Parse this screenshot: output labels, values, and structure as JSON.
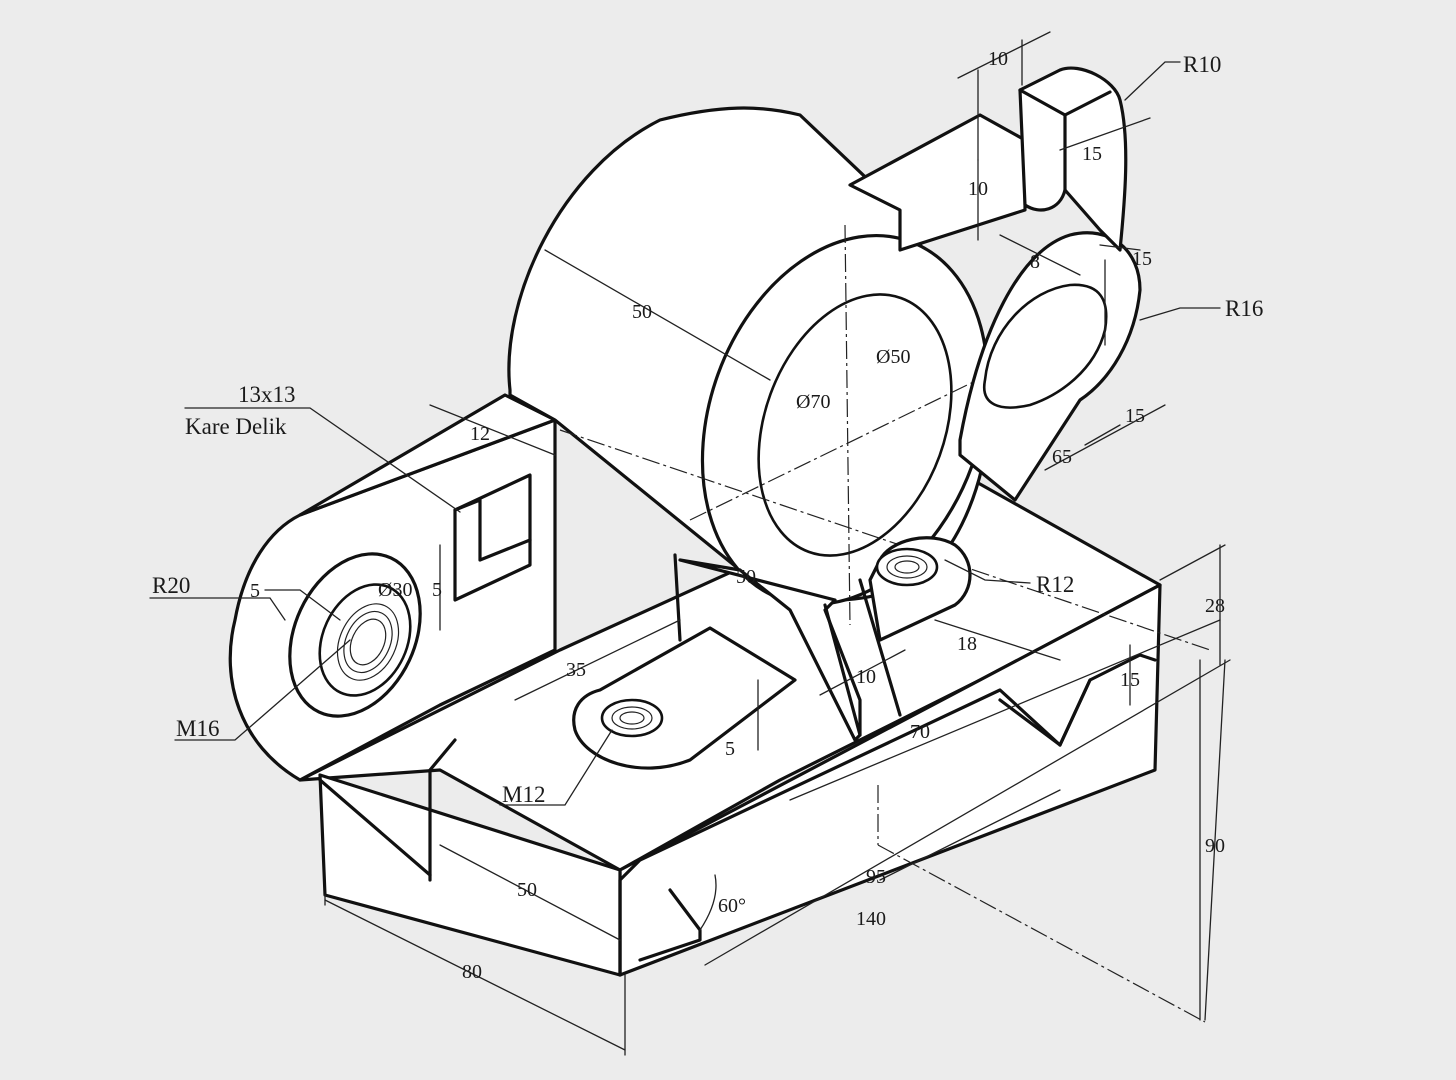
{
  "drawing": {
    "labels": {
      "top_10": "10",
      "r10": "R10",
      "top_15": "15",
      "slot_10": "10",
      "top_8": "8",
      "side_15": "15",
      "r16": "R16",
      "len_50": "50",
      "d50": "Ø50",
      "d70": "Ø70",
      "square_hole_size": "13x13",
      "square_hole_name": "Kare Delik",
      "wall_12": "12",
      "back_15": "15",
      "back_65": "65",
      "r20": "R20",
      "r20_5": "5",
      "d30": "Ø30",
      "v_5": "5",
      "m16": "M16",
      "lower_50": "50",
      "r12": "R12",
      "h_28": "28",
      "len_35": "35",
      "dist_18": "18",
      "rib_10": "10",
      "step_15": "15",
      "boss_5": "5",
      "len_70": "70",
      "m12": "M12",
      "base_50": "50",
      "angle_60": "60°",
      "len_95": "95",
      "len_140": "140",
      "h_90": "90",
      "base_80": "80"
    }
  }
}
